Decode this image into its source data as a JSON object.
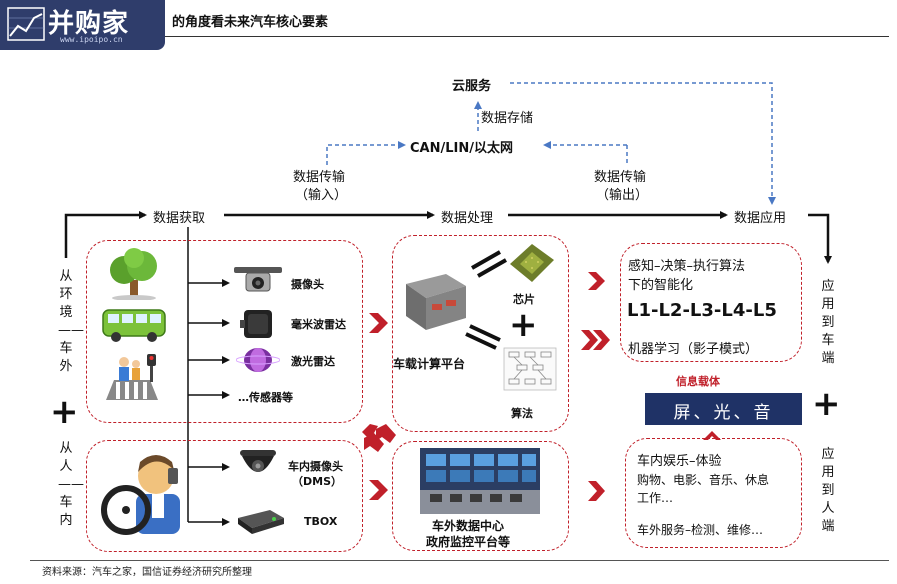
{
  "header": {
    "logo_text": "并购家",
    "logo_url": "www.ipoipo.cn",
    "title": "的角度看未来汽车核心要素"
  },
  "cloud": {
    "title": "云服务",
    "storage": "数据存储"
  },
  "network": {
    "label": "CAN/LIN/以太网"
  },
  "transfer_in": {
    "line1": "数据传输",
    "line2": "（输入）"
  },
  "transfer_out": {
    "line1": "数据传输",
    "line2": "（输出）"
  },
  "stages": {
    "acquire": "数据获取",
    "process": "数据处理",
    "apply": "数据应用"
  },
  "left_side": {
    "env": "从环境——车外",
    "person": "从人——车内",
    "plus": "+"
  },
  "right_side": {
    "vehicle": "应用到车端",
    "person": "应用到人端",
    "plus": "+"
  },
  "sensors": {
    "camera": "摄像头",
    "radar": "毫米波雷达",
    "lidar": "激光雷达",
    "others": "…传感器等",
    "dms_line1": "车内摄像头",
    "dms_line2": "（DMS）",
    "tbox": "TBOX"
  },
  "processing": {
    "platform": "车载计算平台",
    "chip": "芯片",
    "algorithm": "算法",
    "plus": "+",
    "datacenter_line1": "车外数据中心",
    "datacenter_line2": "政府监控平台等"
  },
  "application": {
    "intelligence_line1": "感知–决策–执行算法",
    "intelligence_line2": "下的智能化",
    "levels": "L1-L2-L3-L4-L5",
    "ml": "机器学习（影子模式）",
    "carrier_label": "信息载体",
    "carrier": "屏、光、音",
    "cabin_title": "车内娱乐–体验",
    "cabin_items_line1": "购物、电影、音乐、休息",
    "cabin_items_line2": "工作…",
    "cabin_services": "车外服务–检测、维修…"
  },
  "source": "资料来源：汽车之家，国信证券经济研究所整理",
  "colors": {
    "accent_red": "#c0202a",
    "arrow_blue": "#4a78c4",
    "navy": "#1f3266"
  }
}
